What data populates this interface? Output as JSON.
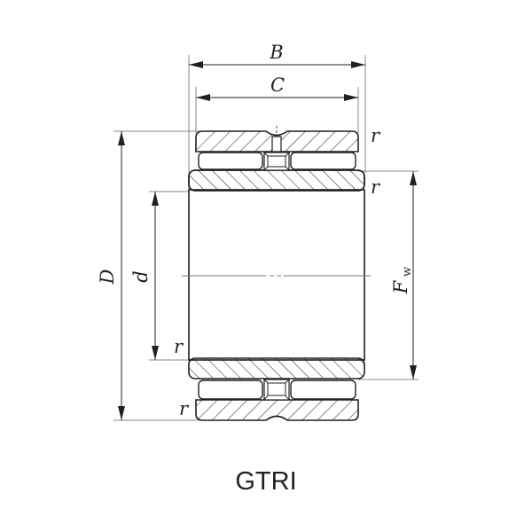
{
  "diagram": {
    "title": "GTRI",
    "type": "needle roller bearing cross-section (double-row, with inner ring)",
    "colors": {
      "line": "#231f20",
      "extension": "#888888",
      "background": "#ffffff"
    },
    "dimensions": {
      "B": {
        "label": "B",
        "meaning": "inner ring width"
      },
      "C": {
        "label": "C",
        "meaning": "outer ring width"
      },
      "D": {
        "label": "D",
        "meaning": "outer diameter"
      },
      "d": {
        "label": "d",
        "meaning": "bore diameter"
      },
      "Fw": {
        "label": "F",
        "sub": "w",
        "meaning": "roller set inner diameter"
      },
      "r": {
        "label": "r",
        "meaning": "chamfer"
      }
    },
    "chamfer_labels": [
      "r",
      "r",
      "r",
      "r"
    ]
  }
}
